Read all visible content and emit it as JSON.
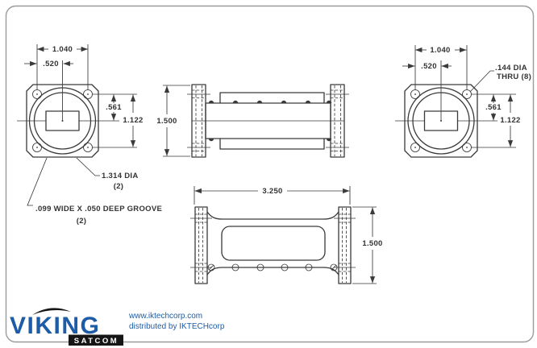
{
  "page": {
    "background": "#ffffff",
    "frame_border_color": "#9b9b9b"
  },
  "drawing": {
    "line_color": "#3a3a3a",
    "left_view": {
      "dim_bolt_spacing": "1.040",
      "dim_half_spacing": ".520",
      "dim_center_offset": ".561",
      "dim_hole_rows": "1.122",
      "leader_dia": "1.314 DIA",
      "leader_dia_qty": "(2)",
      "leader_groove": ".099 WIDE X .050 DEEP GROOVE",
      "leader_groove_qty": "(2)"
    },
    "side_view": {
      "dim_height": "1.500"
    },
    "right_view": {
      "dim_bolt_spacing": "1.040",
      "dim_half_spacing": ".520",
      "leader_thru_line1": ".144 DIA",
      "leader_thru_line2": "THRU (8)",
      "dim_center_offset": ".561",
      "dim_hole_rows": "1.122"
    },
    "bottom_view": {
      "dim_length": "3.250",
      "dim_height": "1.500"
    }
  },
  "logo": {
    "brand": "VIKING",
    "sub_brand": "SATCOM",
    "brand_color": "#1d5ca6",
    "website": "www.iktechcorp.com",
    "distributor": "distributed by IKTECHcorp"
  }
}
